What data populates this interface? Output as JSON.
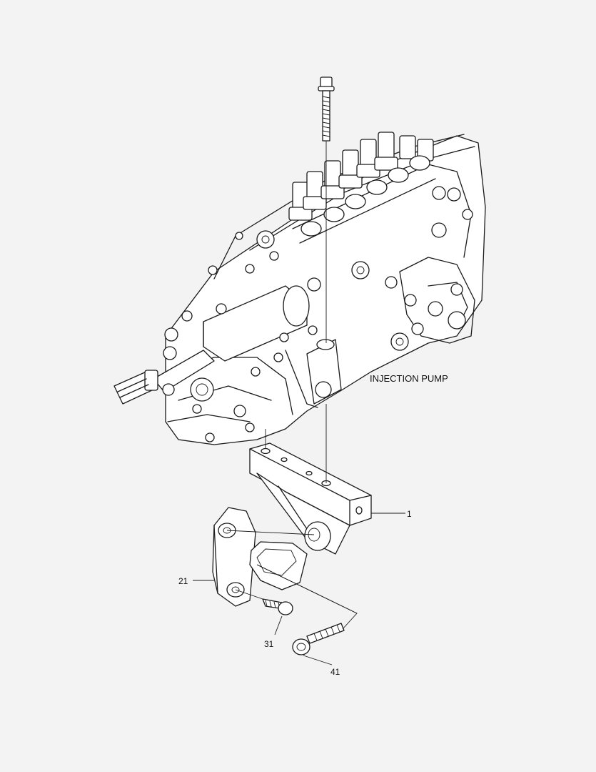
{
  "diagram": {
    "section_label": "INJECTION PUMP",
    "callouts": [
      {
        "id": "1",
        "label": "1"
      },
      {
        "id": "21",
        "label": "21"
      },
      {
        "id": "31",
        "label": "31"
      },
      {
        "id": "41",
        "label": "41"
      }
    ]
  }
}
